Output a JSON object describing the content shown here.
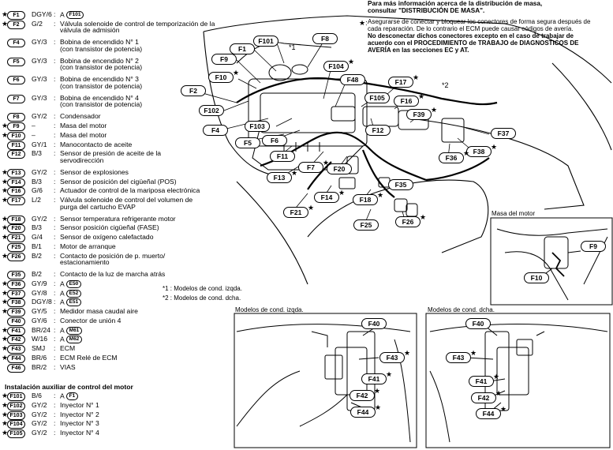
{
  "top_note": {
    "line1": "Para más información acerca de la distribución de masa,",
    "line2": "consultar \"DISTRIBUCIÓN DE MASA\"."
  },
  "caution": {
    "star": "★:",
    "line1": "Asegurarse de conectar y bloquear los conectores de forma segura después de",
    "line2": "cada reparación. De lo contrario el ECM puede causar códigos de avería.",
    "line3": "No desconectar dichos conectores excepto en el caso de trabajar de",
    "line4": "acuerdo con el PROCEDIMIENTO de TRABAJO de DIAGNOSTICOS DE",
    "line5": "AVERÍA en las secciones EC y AT."
  },
  "legend": [
    {
      "star": "★",
      "id": "F1",
      "color": "DGY/6",
      "desc": "A",
      "ref": "F101"
    },
    {
      "star": "★",
      "id": "F2",
      "color": "G/2",
      "desc": "Válvula solenoide de control de temporización de la\nválvula de admisión"
    },
    {
      "star": "",
      "id": "F4",
      "color": "GY/3",
      "desc": "Bobina de encendido N° 1\n(con transistor de potencia)"
    },
    {
      "star": "",
      "id": "F5",
      "color": "GY/3",
      "desc": "Bobina de encendido N° 2\n(con transistor de potencia)"
    },
    {
      "star": "",
      "id": "F6",
      "color": "GY/3",
      "desc": "Bobina de encendido N° 3\n(con transistor de potencia)"
    },
    {
      "star": "",
      "id": "F7",
      "color": "GY/3",
      "desc": "Bobina de encendido N° 4\n(con transistor de potencia)"
    },
    {
      "star": "",
      "id": "F8",
      "color": "GY/2",
      "desc": "Condensador"
    },
    {
      "star": "★",
      "id": "F9",
      "color": "–",
      "desc": "Masa del motor"
    },
    {
      "star": "★",
      "id": "F10",
      "color": "–",
      "desc": "Masa del motor"
    },
    {
      "star": "",
      "id": "F11",
      "color": "GY/1",
      "desc": "Manocontacto de aceite"
    },
    {
      "star": "",
      "id": "F12",
      "color": "B/3",
      "desc": "Sensor de presión de aceite de la\nservodirección"
    },
    {
      "star": "★",
      "id": "F13",
      "color": "GY/2",
      "desc": "Sensor de explosiones"
    },
    {
      "star": "★",
      "id": "F14",
      "color": "B/3",
      "desc": "Sensor de posición del cigüeñal (POS)"
    },
    {
      "star": "★",
      "id": "F16",
      "color": "G/6",
      "desc": "Actuador de control de la mariposa electrónica"
    },
    {
      "star": "★",
      "id": "F17",
      "color": "L/2",
      "desc": "Válvula solenoide de control del volumen de\npurga del cartucho EVAP"
    },
    {
      "star": "★",
      "id": "F18",
      "color": "GY/2",
      "desc": "Sensor temperatura refrigerante motor"
    },
    {
      "star": "★",
      "id": "F20",
      "color": "B/3",
      "desc": "Sensor posición cigüeñal (FASE)"
    },
    {
      "star": "★",
      "id": "F21",
      "color": "G/4",
      "desc": "Sensor de oxígeno calefactado"
    },
    {
      "star": "",
      "id": "F25",
      "color": "B/1",
      "desc": "Motor de arranque"
    },
    {
      "star": "★",
      "id": "F26",
      "color": "B/2",
      "desc": "Contacto de posición de p. muerto/\nestacionamiento"
    },
    {
      "star": "",
      "id": "F35",
      "color": "B/2",
      "desc": "Contacto de la luz de marcha atrás"
    },
    {
      "star": "★",
      "id": "F36",
      "color": "GY/9",
      "desc": "A",
      "ref": "E50"
    },
    {
      "star": "★",
      "id": "F37",
      "color": "GY/8",
      "desc": "A",
      "ref": "E52"
    },
    {
      "star": "★",
      "id": "F38",
      "color": "DGY/8",
      "desc": "A",
      "ref": "E51"
    },
    {
      "star": "★",
      "id": "F39",
      "color": "GY/5",
      "desc": "Medidor masa caudal aire"
    },
    {
      "star": "",
      "id": "F40",
      "color": "GY/6",
      "desc": "Conector de unión 4"
    },
    {
      "star": "★",
      "id": "F41",
      "color": "BR/24",
      "desc": "A",
      "ref": "M61"
    },
    {
      "star": "★",
      "id": "F42",
      "color": "W/16",
      "desc": "A",
      "ref": "M62"
    },
    {
      "star": "★",
      "id": "F43",
      "color": "SMJ",
      "desc": "ECM"
    },
    {
      "star": "★",
      "id": "F44",
      "color": "BR/6",
      "desc": "ECM Relé de ECM"
    },
    {
      "star": "",
      "id": "F46",
      "color": "BR/2",
      "desc": "VIAS"
    }
  ],
  "aux_title": "Instalación auxiliar de control del motor",
  "aux_legend": [
    {
      "star": "★",
      "id": "F101",
      "color": "B/6",
      "desc": "A",
      "ref": "F1"
    },
    {
      "star": "★",
      "id": "F102",
      "color": "GY/2",
      "desc": "Inyector N° 1"
    },
    {
      "star": "★",
      "id": "F103",
      "color": "GY/2",
      "desc": "Inyector N° 2"
    },
    {
      "star": "★",
      "id": "F104",
      "color": "GY/2",
      "desc": "Inyector N° 3"
    },
    {
      "star": "★",
      "id": "F105",
      "color": "GY/2",
      "desc": "Inyector N° 4"
    }
  ],
  "footnotes": {
    "n1": "*1 : Modelos de cond. izqda.",
    "n2": "*2 : Modelos de cond. dcha."
  },
  "inset_titles": {
    "ground": "Masa del motor",
    "lhd": "Modelos de cond. izqda.",
    "rhd": "Modelos de cond. dcha."
  },
  "diagram_marks": {
    "mark1": "*1",
    "mark2": "*2",
    "star": "★"
  },
  "main_callouts": [
    "F1",
    "F101",
    "F8",
    "F9",
    "F10",
    "F2",
    "F102",
    "F104",
    "F48",
    "F17",
    "F105",
    "F16",
    "F4",
    "F103",
    "F5",
    "F6",
    "F12",
    "F39",
    "F37",
    "F38",
    "F36",
    "F11",
    "F7",
    "F20",
    "F13",
    "F14",
    "F35",
    "F18",
    "F21",
    "F25",
    "F26"
  ],
  "inset_callouts": [
    "F9",
    "F10",
    "F40",
    "F43",
    "F41",
    "F42",
    "F44",
    "F40",
    "F43",
    "F41",
    "F42",
    "F44"
  ]
}
